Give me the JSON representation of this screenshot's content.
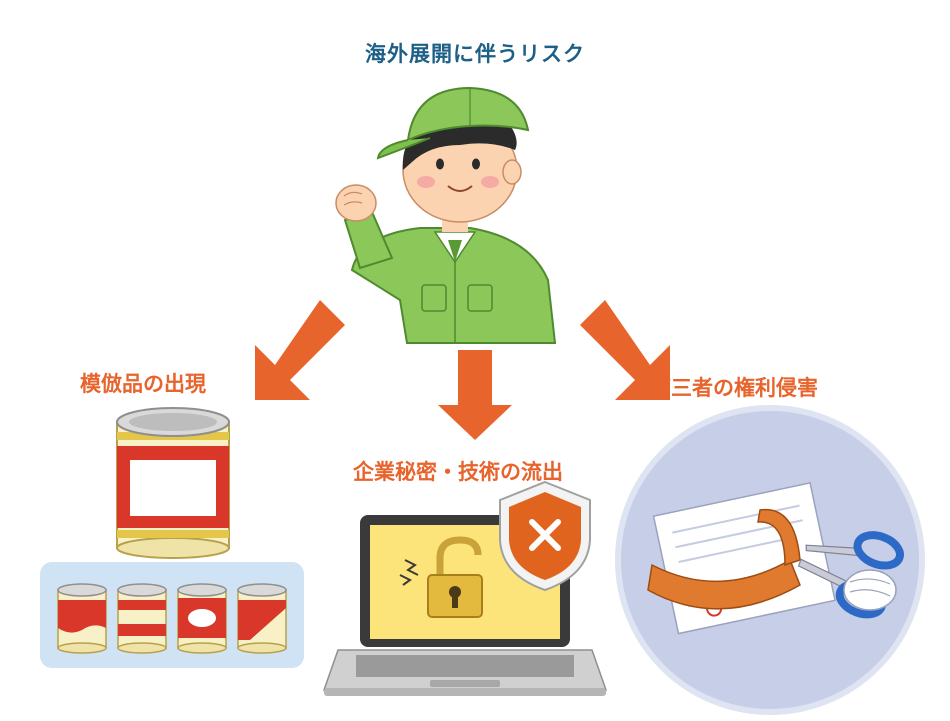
{
  "diagram": {
    "title": "海外展開に伴うリスク",
    "risks": [
      {
        "label": "模倣品の出現",
        "icon": "canned-goods-icon"
      },
      {
        "label": "企業秘密・技術の流出",
        "icon": "laptop-lock-icon"
      },
      {
        "label": "第三者の権利侵害",
        "icon": "document-scissors-icon"
      }
    ],
    "colors": {
      "title": "#1d5f86",
      "label": "#e8642d",
      "arrow": "#e8642d",
      "character_uniform": "#7fbf4d",
      "can_label": "#d8372a",
      "panel_background": "#cfe3f4",
      "laptop_screen": "#fde47a",
      "shield": "#e0631e"
    }
  }
}
